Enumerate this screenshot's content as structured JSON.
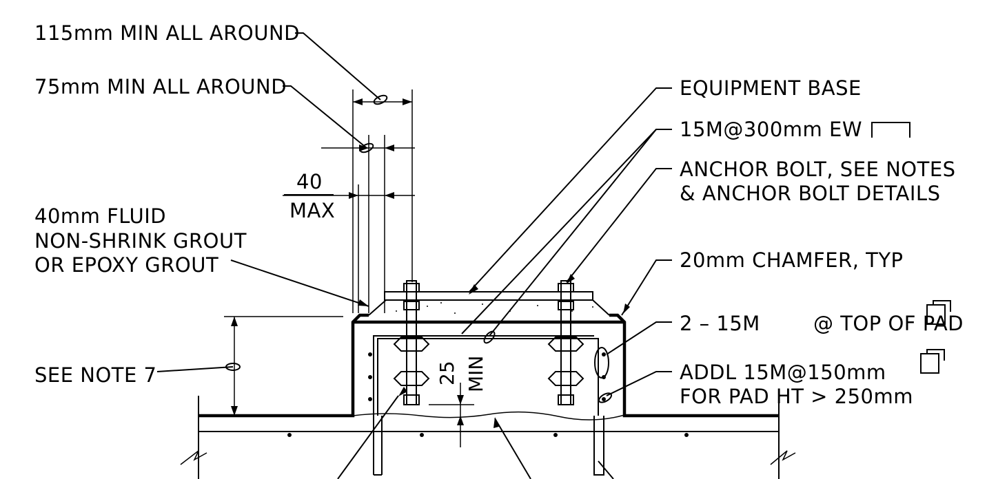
{
  "notes": {
    "min_115": "115mm MIN ALL AROUND",
    "min_75": "75mm MIN ALL AROUND",
    "dim_40": "40",
    "dim_max": "MAX",
    "grout_1": "40mm FLUID",
    "grout_2": "NON-SHRINK GROUT",
    "grout_3": "OR EPOXY GROUT",
    "see_note": "SEE NOTE 7",
    "equipment_base": "EQUIPMENT BASE",
    "rebar_ew": "15M@300mm EW",
    "anchor_1": "ANCHOR BOLT, SEE NOTES",
    "anchor_2": "& ANCHOR BOLT DETAILS",
    "chamfer": "20mm CHAMFER, TYP",
    "top_pad_a": "2 – 15M",
    "top_pad_b": "@ TOP OF PAD",
    "addl_1": "ADDL 15M@150mm",
    "addl_2": "FOR PAD HT > 250mm",
    "dim_25": "25",
    "dim_min": "MIN"
  }
}
